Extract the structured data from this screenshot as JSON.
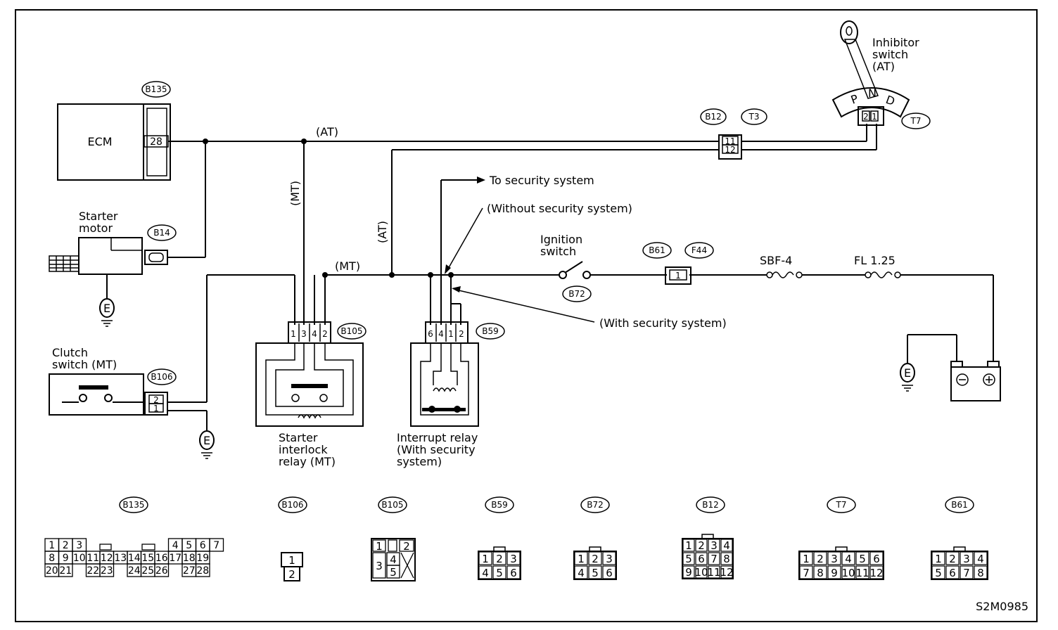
{
  "labels": {
    "ecm": "ECM",
    "ecm_pin": "28",
    "starter_motor": [
      "Starter",
      "motor"
    ],
    "clutch_switch": [
      "Clutch",
      "switch (MT)"
    ],
    "inhibitor_switch": [
      "Inhibitor",
      "switch",
      "(AT)"
    ],
    "inhibitor_gears": [
      "P",
      "N",
      "D"
    ],
    "inhibitor_pins": [
      "2",
      "1"
    ],
    "at_top": "(AT)",
    "mt_vertical": "(MT)",
    "at_vertical": "(AT)",
    "mt_mid": "(MT)",
    "to_security": "To security system",
    "without_security": "(Without security system)",
    "with_security": "(With security system)",
    "ignition_switch": [
      "Ignition",
      "switch"
    ],
    "sbf": "SBF-4",
    "fl": "FL 1.25",
    "starter_interlock": [
      "Starter",
      "interlock",
      "relay (MT)"
    ],
    "interrupt_relay": [
      "Interrupt relay",
      "(With security",
      "system)"
    ],
    "figure_code": "S2M0985",
    "ground": "E",
    "b12_pins": [
      "11",
      "12"
    ],
    "b105_pins": [
      "1",
      "3",
      "4",
      "2"
    ],
    "b59_pins": [
      "6",
      "4",
      "1",
      "2"
    ],
    "b106_pins": [
      "2",
      "1"
    ],
    "b61_pin": "1"
  },
  "connector_tags": {
    "b135": "B135",
    "b14": "B14",
    "b106": "B106",
    "b105": "B105",
    "b59": "B59",
    "b72": "B72",
    "b61": "B61",
    "f44": "F44",
    "b12": "B12",
    "t3": "T3",
    "t7": "T7"
  },
  "connector_views": {
    "b135_rows": [
      [
        "1",
        "2",
        "3",
        "",
        "",
        "",
        "",
        "",
        "",
        "4",
        "5",
        "6",
        "7"
      ],
      [
        "8",
        "9",
        "10",
        "11",
        "12",
        "13",
        "14",
        "15",
        "16",
        "17",
        "18",
        "19"
      ],
      [
        "20",
        "21",
        "",
        "22",
        "23",
        "",
        "24",
        "25",
        "26",
        "",
        "27",
        "28"
      ]
    ],
    "b106": [
      "1",
      "2"
    ],
    "b105": [
      "1",
      "2",
      "3",
      "4",
      "5"
    ],
    "b59": [
      [
        "1",
        "2",
        "3"
      ],
      [
        "4",
        "5",
        "6"
      ]
    ],
    "b72": [
      [
        "1",
        "2",
        "3"
      ],
      [
        "4",
        "5",
        "6"
      ]
    ],
    "b12": [
      [
        "1",
        "2",
        "3",
        "4"
      ],
      [
        "5",
        "6",
        "7",
        "8"
      ],
      [
        "9",
        "10",
        "11",
        "12"
      ]
    ],
    "t7": [
      [
        "1",
        "2",
        "3",
        "4",
        "5",
        "6"
      ],
      [
        "7",
        "8",
        "9",
        "10",
        "11",
        "12"
      ]
    ],
    "b61": [
      [
        "1",
        "2",
        "3",
        "4"
      ],
      [
        "5",
        "6",
        "7",
        "8"
      ]
    ]
  }
}
